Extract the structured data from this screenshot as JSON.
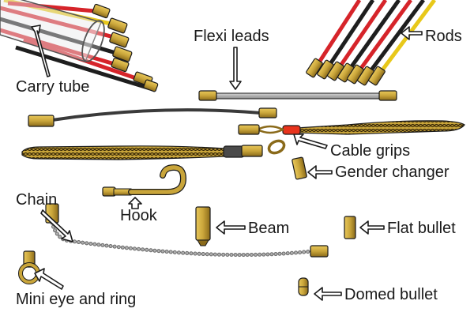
{
  "labels": {
    "carry_tube": "Carry tube",
    "flexi_leads": "Flexi leads",
    "rods": "Rods",
    "cable_grips": "Cable grips",
    "gender_changer": "Gender changer",
    "chain": "Chain",
    "hook": "Hook",
    "beam": "Beam",
    "flat_bullet": "Flat bullet",
    "mini_eye_and_ring": "Mini eye and ring",
    "domed_bullet": "Domed bullet"
  },
  "colors": {
    "brass": "#c9a53a",
    "brass_dark": "#7a5a12",
    "rod_red": "#d6242a",
    "rod_black": "#1e1e1e",
    "rod_yellow": "#e8c81a",
    "flexi_grey": "#a9a9a9",
    "cable_dark": "#3a3a3a",
    "grip_red": "#e8331c",
    "outline": "#1a1a1a"
  }
}
